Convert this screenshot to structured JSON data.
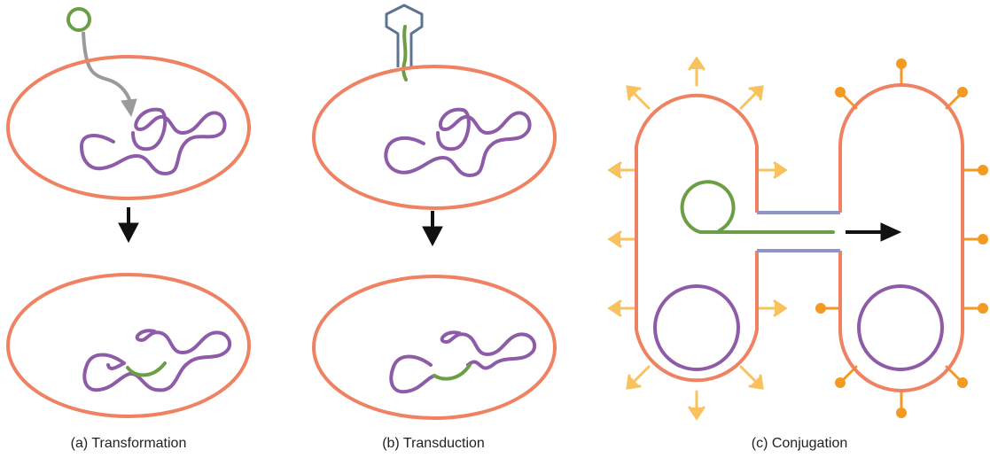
{
  "panels": {
    "a": {
      "caption": "(a) Transformation"
    },
    "b": {
      "caption": "(b) Transduction"
    },
    "c": {
      "caption": "(c) Conjugation"
    }
  },
  "colors": {
    "cell_membrane": "#ef8262",
    "chromosome": "#8e5ba8",
    "foreign_dna": "#6c9f45",
    "phage": "#5d7491",
    "pilus": "#8f95cc",
    "uptake_arrow": "#9a9a9a",
    "flagella_donor": "#f9c25c",
    "flagella_recipient": "#f39a23",
    "arrow": "#111111"
  }
}
